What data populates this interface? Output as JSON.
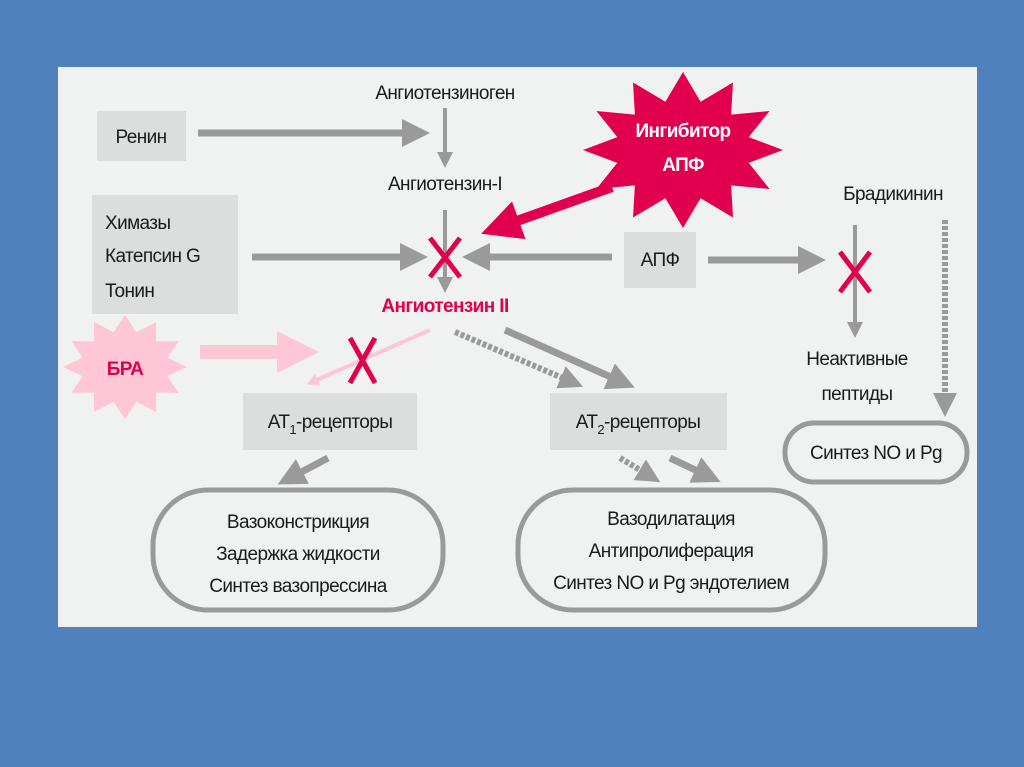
{
  "nodes": {
    "angiotensinogen": "Ангиотензиноген",
    "renin": "Ренин",
    "angiotensin1": "Ангиотензин-I",
    "chymase_lines": [
      "Химазы",
      "Катепсин G",
      "Тонин"
    ],
    "angiotensin2": "Ангиотензин II",
    "ace_inhibitor_lines": [
      "Ингибитор",
      "АПФ"
    ],
    "ace": "АПФ",
    "bradykinin": "Бради­кинин",
    "inactive_peptides_lines": [
      "Неактивные",
      "пептиды"
    ],
    "no_pg": "Синтез NO и Pg",
    "arb": "БРА",
    "at1": {
      "prefix": "AT",
      "sub": "1",
      "suffix": "-рецепторы"
    },
    "at2": {
      "prefix": "AT",
      "sub": "2",
      "suffix": "-рецепторы"
    },
    "at1_effects": [
      "Вазоконстрикция",
      "Задержка жидкости",
      "Синтез вазопрессина"
    ],
    "at2_effects": [
      "Вазодилатация",
      "Антипролиферация",
      "Синтез NO и Pg эндотелием"
    ]
  },
  "colors": {
    "background": "#4f81bd",
    "panel": "#f0f1f1",
    "accent": "#e0004d",
    "arb": "#ffc7d6",
    "arrow": "#9a9a9a"
  }
}
